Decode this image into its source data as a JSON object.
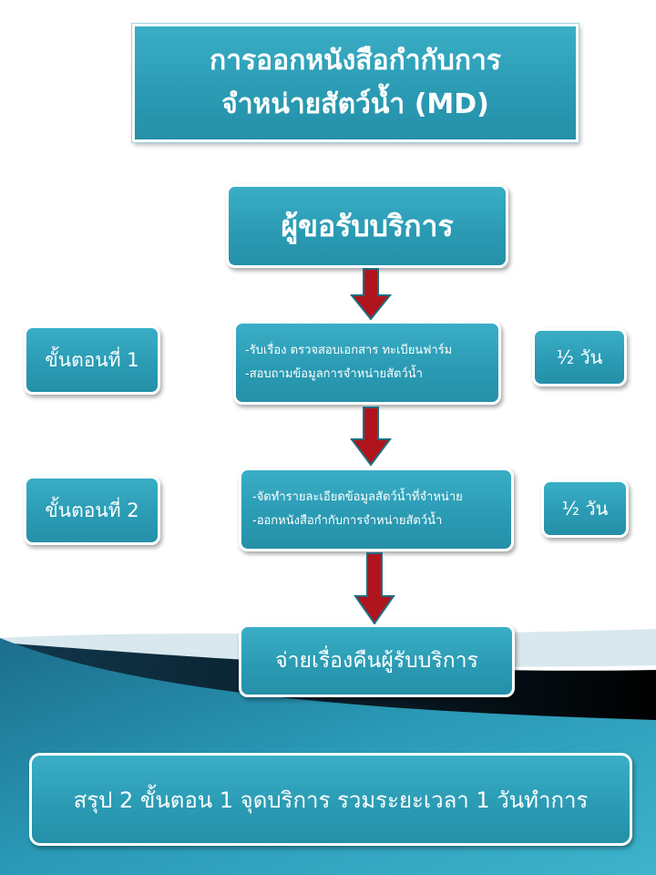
{
  "title": {
    "line1": "การออกหนังสือกำกับการ",
    "line2": "จำหน่ายสัตว์น้ำ (MD)"
  },
  "requester": "ผู้ขอรับบริการ",
  "steps": [
    {
      "label": "ขั้นตอนที่ 1",
      "details": [
        "-รับเรื่อง ตรวจสอบเอกสาร ทะเบียนฟาร์ม",
        "-สอบถามข้อมูลการจำหน่ายสัตว์น้ำ"
      ],
      "duration": "½ วัน"
    },
    {
      "label": "ขั้นตอนที่ 2",
      "details": [
        "-จัดทำรายละเอียดข้อมูลสัตว์น้ำที่จำหน่าย",
        "-ออกหนังสือกำกับการจำหน่ายสัตว์น้ำ"
      ],
      "duration": "½ วัน"
    }
  ],
  "return_step": "จ่ายเรื่องคืนผู้รับบริการ",
  "summary": "สรุป 2 ขั้นตอน 1 จุดบริการ รวมระยะเวลา 1 วันทำการ",
  "colors": {
    "box_fill": "#2a9ab3",
    "arrow_fill": "#b0141c",
    "arrow_outline": "#1f6d80",
    "band_dark": "#0d2c3d",
    "band_teal": "#2d93b0"
  }
}
